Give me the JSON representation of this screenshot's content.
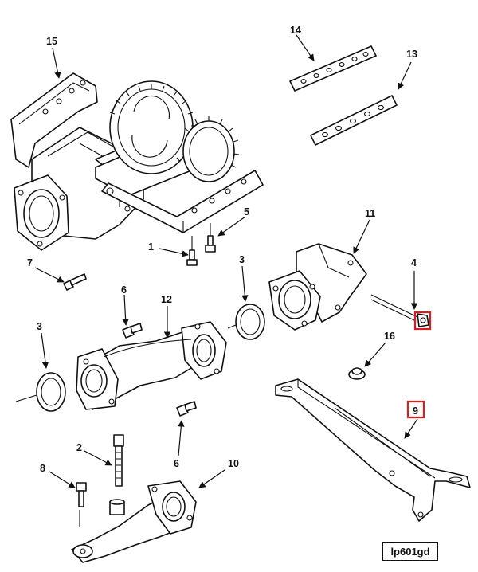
{
  "figure_id": "lp601gd",
  "highlight_color": "#d81e1e",
  "callouts": {
    "c15": "15",
    "c14": "14",
    "c13": "13",
    "c11": "11",
    "c5": "5",
    "c1": "1",
    "c3a": "3",
    "c3b": "3",
    "c7": "7",
    "c6a": "6",
    "c12": "12",
    "c4": "4",
    "c16": "16",
    "c9": "9",
    "c2": "2",
    "c8": "8",
    "c6b": "6",
    "c10": "10"
  },
  "highlighted_callouts": [
    "9"
  ],
  "highlighted_parts": [
    "nut at end of bolt 4"
  ]
}
